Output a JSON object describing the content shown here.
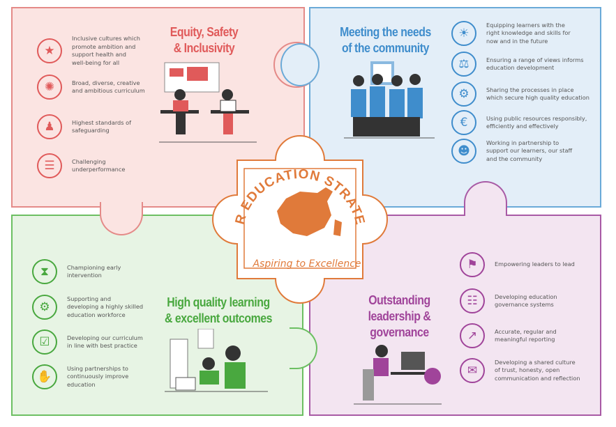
{
  "center": {
    "arc_title": "OUR EDUCATION STRATEGY",
    "subtitle": "Aspiring to Excellence"
  },
  "colors": {
    "red": "#e05a5a",
    "blue": "#3f8dcc",
    "green": "#49a83f",
    "purple": "#a0449a",
    "orange": "#e07a3a"
  },
  "sections": {
    "equity": {
      "title_line1": "Equity, Safety",
      "title_line2": "& Inclusivity",
      "items": [
        {
          "icon": "hands-star-icon",
          "text": "Inclusive cultures which\npromote ambition and\nsupport health and\nwell-being for all"
        },
        {
          "icon": "book-brain-icon",
          "text": "Broad, diverse, creative\nand ambitious curriculum"
        },
        {
          "icon": "person-shield-icon",
          "text": "Highest standards of\nsafeguarding"
        },
        {
          "icon": "star-rating-icon",
          "text": "Challenging\nunderperformance"
        }
      ]
    },
    "community": {
      "title_line1": "Meeting the needs",
      "title_line2": "of the community",
      "items": [
        {
          "icon": "lightbulb-icon",
          "text": "Equipping learners with the\nright knowledge and skills for\nnow and in the future"
        },
        {
          "icon": "scales-icon",
          "text": "Ensuring a range of views informs\neducation development"
        },
        {
          "icon": "gears-icon",
          "text": "Sharing the processes in place\nwhich secure high quality education"
        },
        {
          "icon": "piggy-bank-icon",
          "text": "Using public resources responsibly,\nefficiently and effectively"
        },
        {
          "icon": "people-hand-icon",
          "text": "Working in partnership to\nsupport our learners, our staff\nand the community"
        }
      ]
    },
    "learning": {
      "title_line1": "High quality learning",
      "title_line2": "& excellent outcomes",
      "items": [
        {
          "icon": "hourglass-icon",
          "text": "Championing early\nintervention"
        },
        {
          "icon": "gear-person-icon",
          "text": "Supporting and\ndeveloping a highly skilled\neducation workforce"
        },
        {
          "icon": "checkbox-icon",
          "text": "Developing our curriculum\nin line with best practice"
        },
        {
          "icon": "handshake-icon",
          "text": "Using partnerships to\ncontinuously improve\neducation"
        }
      ]
    },
    "leadership": {
      "title_line1": "Outstanding",
      "title_line2": "leadership &",
      "title_line3": "governance",
      "items": [
        {
          "icon": "leader-flag-icon",
          "text": "Empowering leaders to lead"
        },
        {
          "icon": "clipboard-icon",
          "text": "Developing education\ngovernance systems"
        },
        {
          "icon": "chart-up-icon",
          "text": "Accurate, regular and\nmeaningful reporting"
        },
        {
          "icon": "chat-bubbles-icon",
          "text": "Developing a shared culture\nof trust, honesty, open\ncommunication and reflection"
        }
      ]
    }
  }
}
